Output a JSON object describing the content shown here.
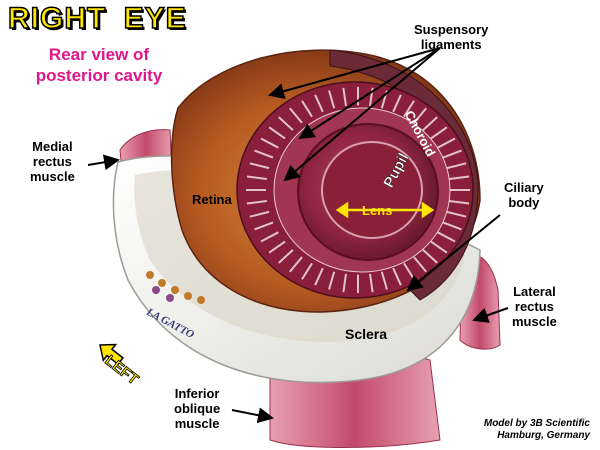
{
  "title": "RIGHT  EYE",
  "subtitle": "Rear view of posterior cavity",
  "labels": {
    "suspensory_ligaments": "Suspensory\nligaments",
    "choroid": "Choroid",
    "medial_rectus": "Medial\nrectus\nmuscle",
    "retina": "Retina",
    "pupil": "Pupil",
    "lens": "Lens",
    "ciliary_body": "Ciliary\nbody",
    "lateral_rectus": "Lateral\nrectus\nmuscle",
    "sclera": "Sclera",
    "left": "LEFT",
    "inferior_oblique": "Inferior\noblique\nmuscle"
  },
  "brand_mark": "LA GATTO",
  "credit": "Model by 3B Scientific\nHamburg, Germany",
  "colors": {
    "title_yellow": "#ffe600",
    "subtitle_magenta": "#e0168a",
    "sclera": "#f4f4f0",
    "retina": "#a8481c",
    "choroid": "#7a2e34",
    "ciliary": "#8a1f3c",
    "muscle": "#c85a78",
    "lens": "#9a2a44"
  },
  "icons": [
    "left-arrow-icon",
    "pointer-arrow-icon"
  ]
}
